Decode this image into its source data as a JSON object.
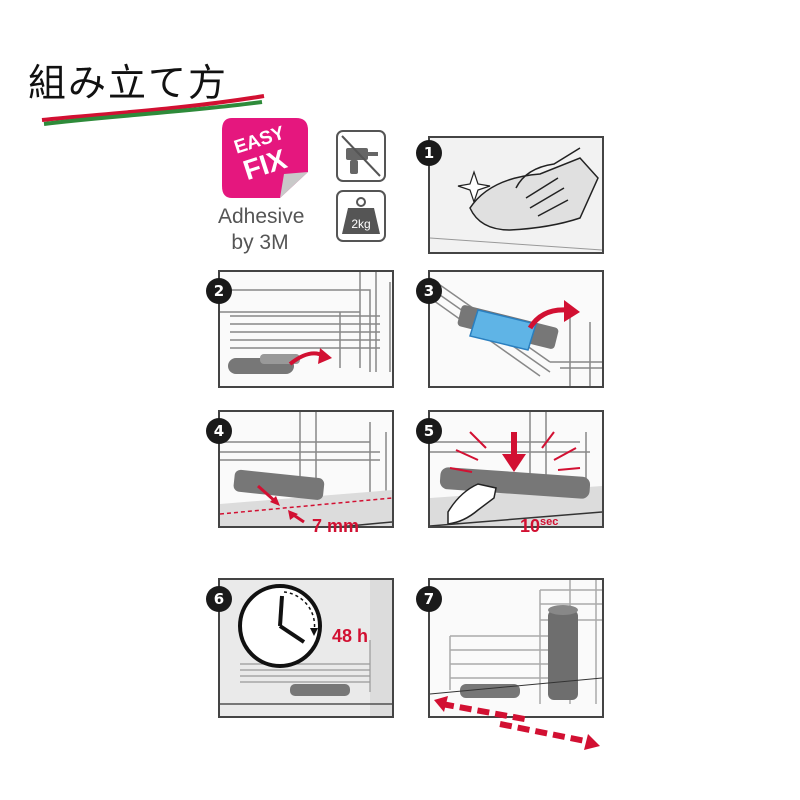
{
  "title": "組み立て方",
  "badge": {
    "line1": "EASY",
    "line2": "FIX",
    "color": "#e5177e"
  },
  "adhesive": {
    "line1": "Adhesive",
    "line2": "by 3M"
  },
  "weight_label": "2kg",
  "steps": [
    {
      "num": "1"
    },
    {
      "num": "2"
    },
    {
      "num": "3"
    },
    {
      "num": "4",
      "label": "7 mm"
    },
    {
      "num": "5",
      "label": "10",
      "label_sup": "sec"
    },
    {
      "num": "6",
      "label": "48 h"
    },
    {
      "num": "7"
    }
  ],
  "colors": {
    "accent_red": "#d21032",
    "flag_green": "#2e8b3a",
    "frame": "#444444",
    "rail": "#777777"
  },
  "icons": [
    "no-drill-icon",
    "weight-icon",
    "sparkle-icon",
    "hand-icon",
    "clock-icon",
    "arrow-icon"
  ]
}
